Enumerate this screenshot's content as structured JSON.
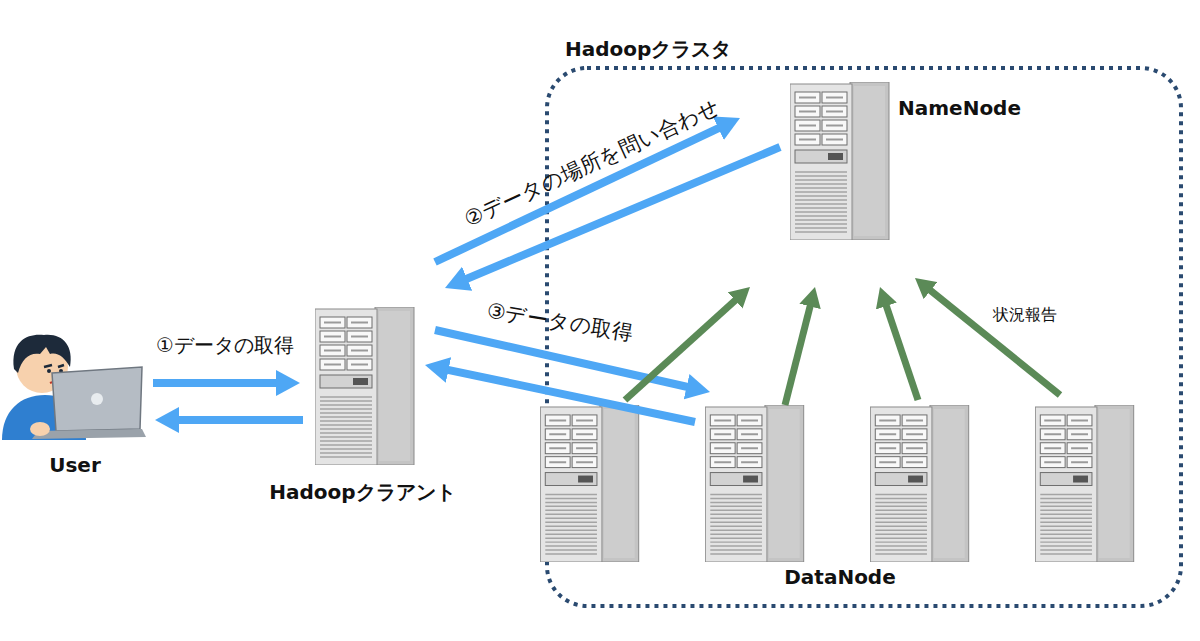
{
  "diagram": {
    "nodes": [
      {
        "text": [
          "User"
        ]
      },
      {
        "text": [
          "Hadoopクラアント"
        ]
      },
      {
        "text": [
          "Hadoopクラスタ"
        ]
      },
      {
        "text": [
          "NameNode"
        ],
        "in": 2
      },
      {
        "text": [
          "DataNode"
        ],
        "in": 2
      }
    ],
    "edges": [
      {
        "from": 0,
        "to": 1,
        "arrow": "to",
        "label": "①データの取得"
      },
      {
        "from": 1,
        "to": 0,
        "arrow": "to"
      },
      {
        "from": 1,
        "to": 3,
        "arrow": "to",
        "label": "②データの場所を問い合わせ"
      },
      {
        "from": 3,
        "to": 1,
        "arrow": "to"
      },
      {
        "from": 1,
        "to": 4,
        "arrow": "to",
        "label": "③データの取得"
      },
      {
        "from": 4,
        "to": 1,
        "arrow": "to"
      },
      {
        "from": 4,
        "to": 3,
        "arrow": "to"
      },
      {
        "from": 4,
        "to": 3,
        "arrow": "to"
      },
      {
        "from": 4,
        "to": 3,
        "arrow": "to"
      },
      {
        "from": 4,
        "to": 3,
        "arrow": "to",
        "label": "状況報告"
      }
    ]
  }
}
